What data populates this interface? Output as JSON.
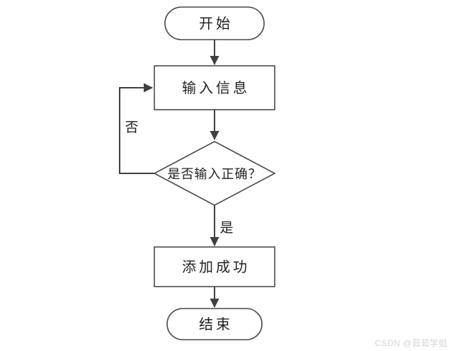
{
  "flowchart": {
    "nodes": {
      "start": {
        "label": "开始",
        "shape": "terminator"
      },
      "input": {
        "label": "输入信息",
        "shape": "process"
      },
      "decision": {
        "label": "是否输入正确？",
        "shape": "decision"
      },
      "success": {
        "label": "添加成功",
        "shape": "process"
      },
      "end": {
        "label": "结束",
        "shape": "terminator"
      }
    },
    "edge_labels": {
      "no": "否",
      "yes": "是"
    },
    "colors": {
      "node_fill": "#ffffff",
      "node_stroke": "#4a4a4a",
      "edge_stroke": "#3f3f3f",
      "label_color": "#1f1f1f"
    }
  },
  "watermark": {
    "text": "CSDN @茹茹学姐",
    "color": "#d9d2d2"
  }
}
